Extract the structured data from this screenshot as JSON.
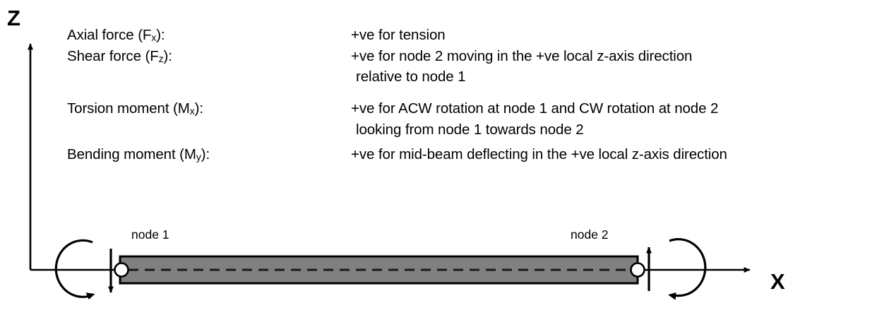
{
  "axes": {
    "vertical_label": "Z",
    "horizontal_label": "X"
  },
  "legend": {
    "rows": [
      {
        "term": "Axial force (F",
        "term_sub": "x",
        "term_tail": "):",
        "desc_lines": [
          "+ve for tension"
        ]
      },
      {
        "term": "Shear force (F",
        "term_sub": "z",
        "term_tail": "):",
        "desc_lines": [
          "+ve for node 2 moving in the +ve local z-axis direction",
          "relative to node 1"
        ]
      },
      {
        "term": "Torsion moment (M",
        "term_sub": "x",
        "term_tail": "):",
        "desc_lines": [
          "+ve for ACW rotation at node 1 and CW rotation at node 2",
          "looking from node 1 towards node 2"
        ]
      },
      {
        "term": "Bending moment (M",
        "term_sub": "y",
        "term_tail": "):",
        "desc_lines": [
          "+ve for mid-beam deflecting in the +ve local z-axis direction"
        ]
      }
    ]
  },
  "beam": {
    "node1_label": "node 1",
    "node2_label": "node 2"
  },
  "colors": {
    "beam_fill": "#808080",
    "beam_stroke": "#000000",
    "line": "#000000",
    "text": "#000000",
    "node_fill": "#ffffff"
  },
  "icons": {
    "z_axis_arrow": "arrow-up-icon",
    "x_axis_arrow": "arrow-right-icon",
    "shear_node1_arrow": "arrow-down-icon",
    "shear_node2_arrow": "arrow-up-icon",
    "torsion_node1_arc": "rotation-arc-acw-icon",
    "torsion_node2_arc": "rotation-arc-cw-icon",
    "node1_marker": "node-circle-icon",
    "node2_marker": "node-circle-icon",
    "beam_centerline": "dashed-centerline-icon"
  }
}
